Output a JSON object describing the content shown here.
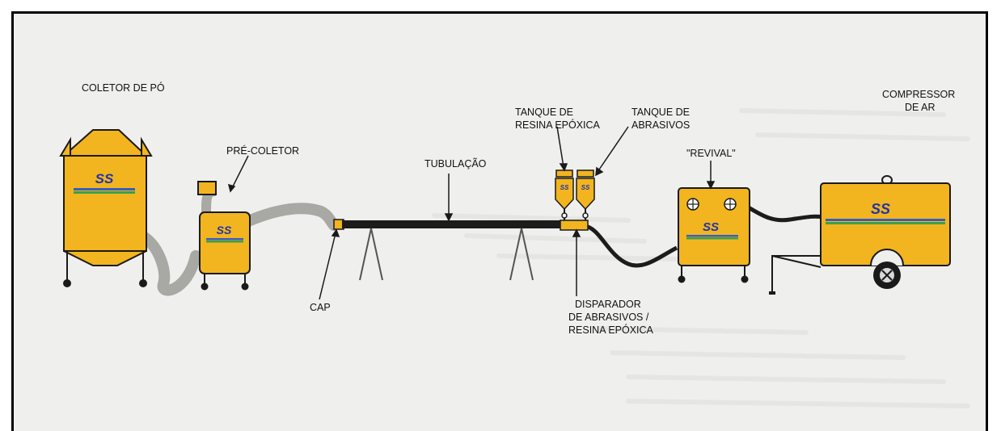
{
  "labels": {
    "dust_collector": "COLETOR DE PÓ",
    "pre_collector": "PRÉ-COLETOR",
    "piping": "TUBULAÇÃO",
    "cap": "CAP",
    "resin_tank_line1": "TANQUE DE",
    "resin_tank_line2": "RESINA EPÓXICA",
    "abrasive_tank_line1": "TANQUE DE",
    "abrasive_tank_line2": "ABRASIVOS",
    "revival": "\"REVIVAL\"",
    "compressor_line1": "COMPRESSOR",
    "compressor_line2": "DE AR",
    "trigger_line1": "DISPARADOR",
    "trigger_line2": "DE ABRASIVOS /",
    "trigger_line3": "RESINA EPÓXICA"
  },
  "logo_text": "SS",
  "colors": {
    "equipment_yellow": "#f2b51f",
    "outline": "#1a1a1a",
    "logo_blue": "#2233aa",
    "stripe_blue": "#3a5cc0",
    "stripe_green": "#3aa04a",
    "hose_gray": "#a8a8a4",
    "pipe_dark": "#1c1c1c",
    "background": "#efefed"
  }
}
